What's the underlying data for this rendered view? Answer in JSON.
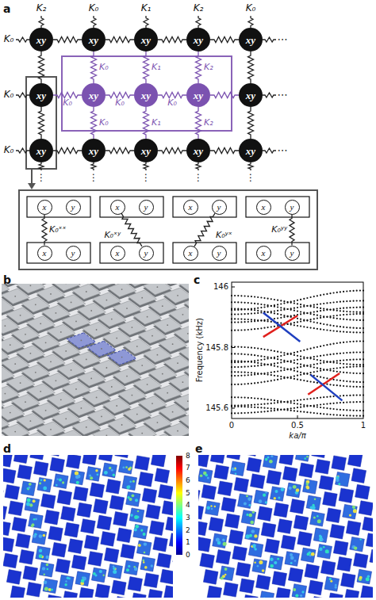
{
  "diagram": {
    "nodes": [
      {
        "text": [
          "xy"
        ]
      },
      {
        "text": [
          "xy"
        ]
      },
      {
        "text": [
          "xy"
        ]
      },
      {
        "text": [
          "xy"
        ]
      },
      {
        "text": [
          "xy"
        ]
      },
      {
        "text": [
          "xy"
        ]
      },
      {
        "text": [
          "xy"
        ]
      },
      {
        "text": [
          "xy"
        ]
      },
      {
        "text": [
          "xy"
        ]
      },
      {
        "text": [
          "xy"
        ]
      },
      {
        "text": [
          "xy"
        ]
      },
      {
        "text": [
          "xy"
        ]
      },
      {
        "text": [
          "xy"
        ]
      },
      {
        "text": [
          "xy"
        ]
      },
      {
        "text": [
          "xy"
        ]
      },
      {
        "text": [
          "x"
        ]
      },
      {
        "text": [
          "y"
        ]
      },
      {
        "text": [
          "x"
        ]
      },
      {
        "text": [
          "y"
        ]
      },
      {
        "text": [
          "x"
        ]
      },
      {
        "text": [
          "y"
        ]
      },
      {
        "text": [
          "x"
        ]
      },
      {
        "text": [
          "y"
        ]
      },
      {
        "text": [
          "x"
        ]
      },
      {
        "text": [
          "y"
        ]
      },
      {
        "text": [
          "x"
        ]
      },
      {
        "text": [
          "y"
        ]
      },
      {
        "text": [
          "x"
        ]
      },
      {
        "text": [
          "y"
        ]
      },
      {
        "text": [
          "x"
        ]
      },
      {
        "text": [
          "y"
        ]
      }
    ],
    "edges": [
      {
        "from": 0,
        "to": 1,
        "arrow": "none"
      },
      {
        "from": 1,
        "to": 2,
        "arrow": "none"
      },
      {
        "from": 2,
        "to": 3,
        "arrow": "none"
      },
      {
        "from": 3,
        "to": 4,
        "arrow": "none"
      },
      {
        "from": 5,
        "to": 6,
        "label": "K₀",
        "arrow": "none"
      },
      {
        "from": 6,
        "to": 7,
        "label": "K₀",
        "arrow": "none"
      },
      {
        "from": 7,
        "to": 8,
        "label": "K₀",
        "arrow": "none"
      },
      {
        "from": 8,
        "to": 9,
        "arrow": "none"
      },
      {
        "from": 10,
        "to": 11,
        "arrow": "none"
      },
      {
        "from": 11,
        "to": 12,
        "arrow": "none"
      },
      {
        "from": 12,
        "to": 13,
        "arrow": "none"
      },
      {
        "from": 13,
        "to": 14,
        "arrow": "none"
      },
      {
        "from": 0,
        "to": 5,
        "arrow": "none"
      },
      {
        "from": 1,
        "to": 6,
        "label": "K₀",
        "arrow": "none"
      },
      {
        "from": 2,
        "to": 7,
        "label": "K₁",
        "arrow": "none"
      },
      {
        "from": 3,
        "to": 8,
        "label": "K₂",
        "arrow": "none"
      },
      {
        "from": 4,
        "to": 9,
        "arrow": "none"
      },
      {
        "from": 5,
        "to": 10,
        "arrow": "none"
      },
      {
        "from": 6,
        "to": 11,
        "label": "K₀",
        "arrow": "none"
      },
      {
        "from": 7,
        "to": 12,
        "label": "K₁",
        "arrow": "none"
      },
      {
        "from": 8,
        "to": 13,
        "label": "K₂",
        "arrow": "none"
      },
      {
        "from": 9,
        "to": 14,
        "arrow": "none"
      },
      {
        "from": 15,
        "to": 23,
        "label": "K₀ˣˣ",
        "arrow": "none"
      },
      {
        "from": 17,
        "to": 26,
        "label": "K₀ˣʸ",
        "arrow": "none"
      },
      {
        "from": 20,
        "to": 27,
        "label": "K₀ʸˣ",
        "arrow": "none"
      },
      {
        "from": 22,
        "to": 30,
        "label": "K₀ʸʸ",
        "arrow": "none"
      }
    ],
    "labels": [
      "a",
      "K₂",
      "K₀",
      "K₁",
      "K₂",
      "K₀",
      "K₀",
      "K₀",
      "K₀",
      "⋯",
      "⋯",
      "⋯",
      "⋮",
      "⋮",
      "⋮",
      "⋮",
      "⋮",
      "b",
      "c",
      "146",
      "145.8",
      "145.6",
      "0",
      "0.5",
      "1",
      "Frequency (kHz)",
      "ka/π",
      "d",
      "e",
      "8",
      "7",
      "6",
      "5",
      "4",
      "3",
      "2",
      "1",
      "0"
    ]
  }
}
